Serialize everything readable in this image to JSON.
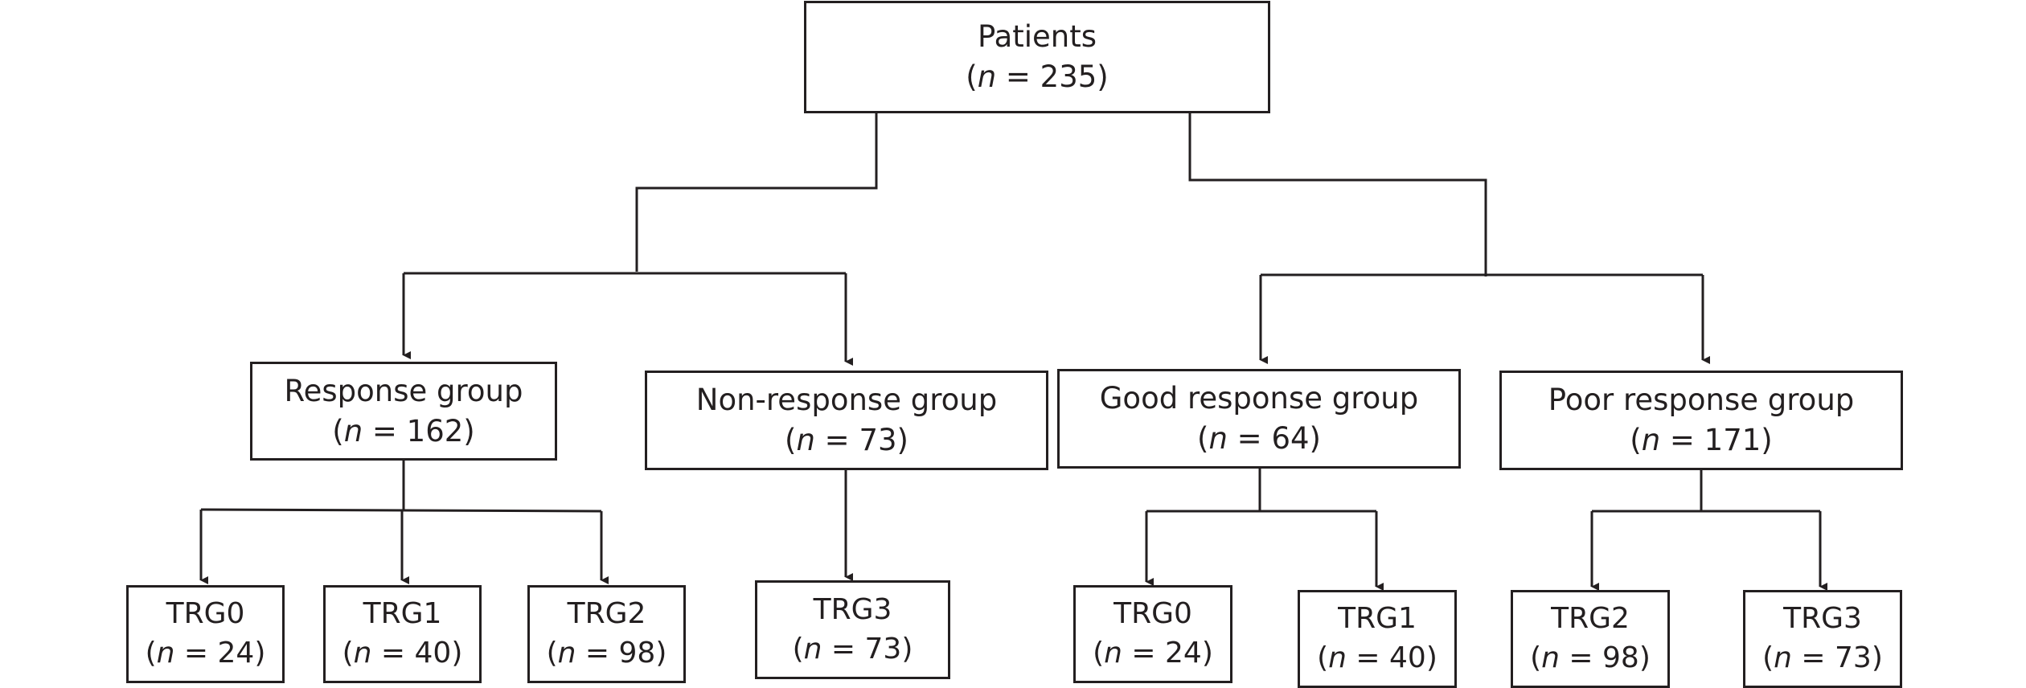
{
  "diagram": {
    "root": {
      "label": "Patients",
      "count": "235"
    },
    "n_symbol": "n",
    "groups": [
      {
        "label": "Response group",
        "count": "162"
      },
      {
        "label": "Non-response group",
        "count": "73"
      },
      {
        "label": "Good response group",
        "count": "64"
      },
      {
        "label": "Poor response group",
        "count": "171"
      }
    ],
    "leaves": [
      {
        "label": "TRG0",
        "count": "24"
      },
      {
        "label": "TRG1",
        "count": "40"
      },
      {
        "label": "TRG2",
        "count": "98"
      },
      {
        "label": "TRG3",
        "count": "73"
      },
      {
        "label": "TRG0",
        "count": "24"
      },
      {
        "label": "TRG1",
        "count": "40"
      },
      {
        "label": "TRG2",
        "count": "98"
      },
      {
        "label": "TRG3",
        "count": "73"
      }
    ],
    "colors": {
      "stroke": "#231f20",
      "background": "#ffffff"
    }
  }
}
